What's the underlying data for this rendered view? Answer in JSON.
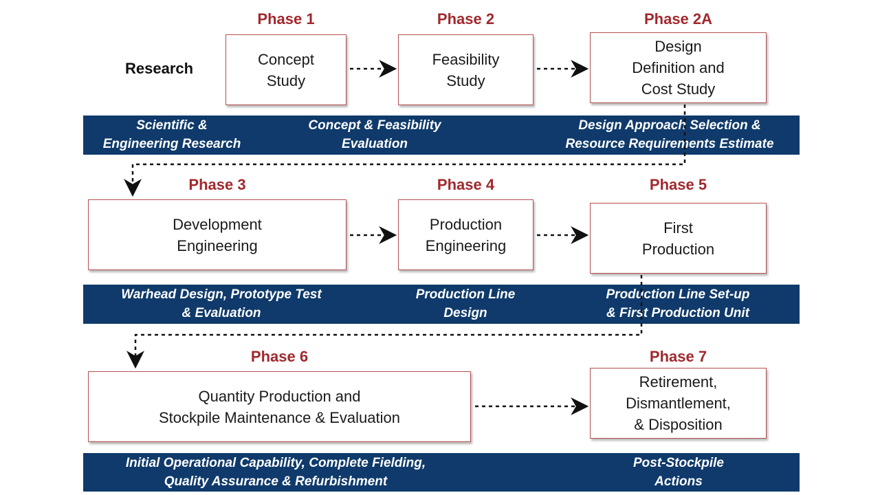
{
  "row_label": "Research",
  "phases": {
    "p1": {
      "label": "Phase 1",
      "box": "Concept\nStudy"
    },
    "p2": {
      "label": "Phase 2",
      "box": "Feasibility\nStudy"
    },
    "p2a": {
      "label": "Phase 2A",
      "box": "Design\nDefinition and\nCost Study"
    },
    "p3": {
      "label": "Phase 3",
      "box": "Development\nEngineering"
    },
    "p4": {
      "label": "Phase 4",
      "box": "Production\nEngineering"
    },
    "p5": {
      "label": "Phase 5",
      "box": "First\nProduction"
    },
    "p6": {
      "label": "Phase 6",
      "box": "Quantity Production and\nStockpile Maintenance & Evaluation"
    },
    "p7": {
      "label": "Phase 7",
      "box": "Retirement,\nDismantlement,\n& Disposition"
    }
  },
  "bands": {
    "band1": [
      "Scientific &\nEngineering Research",
      "Concept & Feasibility\nEvaluation",
      "Design Approach Selection &\nResource Requirements Estimate"
    ],
    "band2": [
      "Warhead Design, Prototype Test\n& Evaluation",
      "Production Line\nDesign",
      "Production Line Set-up\n& First Production Unit"
    ],
    "band3": [
      "Initial Operational Capability, Complete Fielding,\nQuality Assurance & Refurbishment",
      "Post-Stockpile\nActions"
    ]
  },
  "colors": {
    "phase_label": "#a1282d",
    "band": "#0f3a6b",
    "box_border": "#b4504f",
    "arrow": "#111111"
  }
}
